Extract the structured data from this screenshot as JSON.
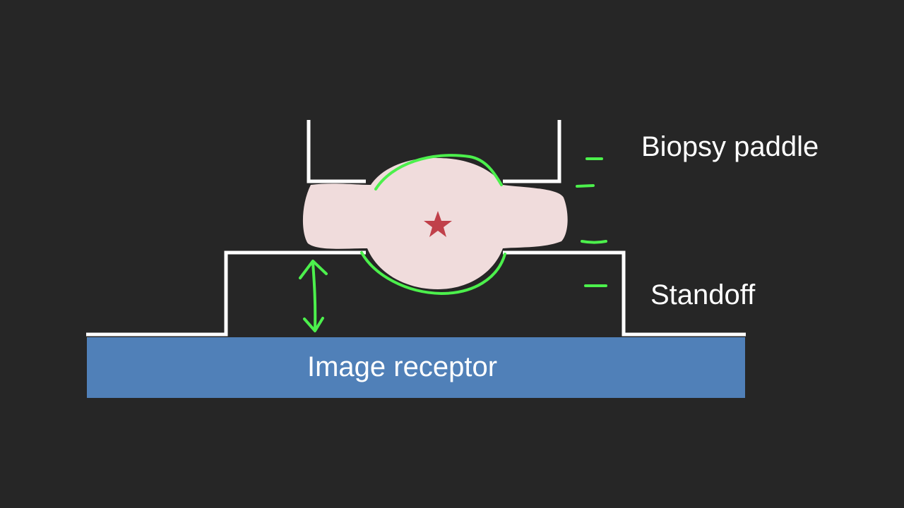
{
  "labels": {
    "biopsy_paddle": "Biopsy paddle",
    "standoff": "Standoff",
    "image_receptor": "Image receptor"
  },
  "colors": {
    "background": "#262626",
    "outline": "#ffffff",
    "receptor_fill": "#5080b8",
    "breast_tissue": "#f0dcdc",
    "target_star": "#c0404a",
    "annotation_green": "#4cf04c"
  },
  "icons": {
    "target": "star-icon",
    "distance": "double-arrow-icon"
  }
}
